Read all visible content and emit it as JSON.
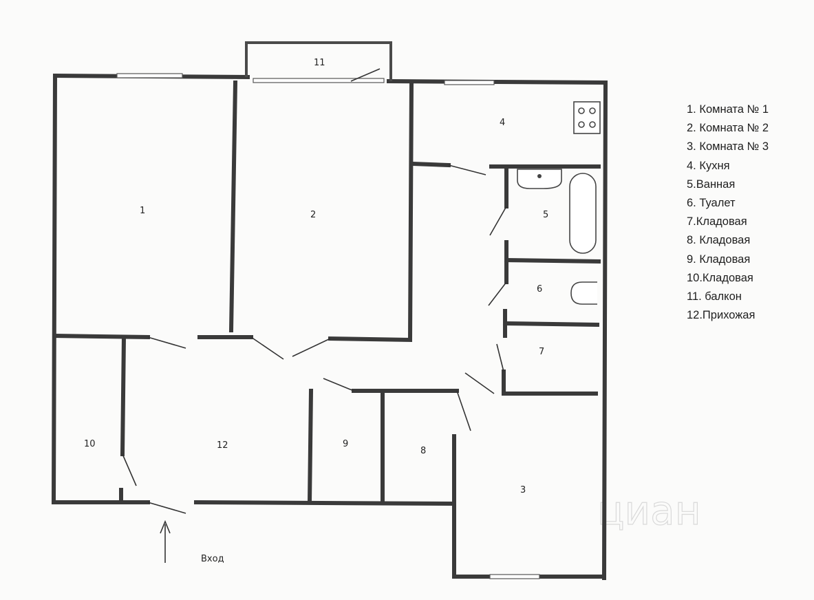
{
  "rooms": [
    {
      "id": "1",
      "label": "1"
    },
    {
      "id": "2",
      "label": "2"
    },
    {
      "id": "3",
      "label": "3"
    },
    {
      "id": "4",
      "label": "4"
    },
    {
      "id": "5",
      "label": "5"
    },
    {
      "id": "6",
      "label": "6"
    },
    {
      "id": "7",
      "label": "7"
    },
    {
      "id": "8",
      "label": "8"
    },
    {
      "id": "9",
      "label": "9"
    },
    {
      "id": "10",
      "label": "10"
    },
    {
      "id": "11",
      "label": "11"
    },
    {
      "id": "12",
      "label": "12"
    }
  ],
  "entrance_label": "Вход",
  "legend": [
    "1. Комната № 1",
    "2. Комната № 2",
    "3. Комната № 3",
    "4. Кухня",
    "5.Ванная",
    "6. Туалет",
    "7.Кладовая",
    "8. Кладовая",
    "9. Кладовая",
    "10.Кладовая",
    "11. балкон",
    "12.Прихожая"
  ],
  "watermark": "циан",
  "colors": {
    "wall": "#3a3a3a",
    "background": "#fbfbfa",
    "text": "#222222"
  }
}
